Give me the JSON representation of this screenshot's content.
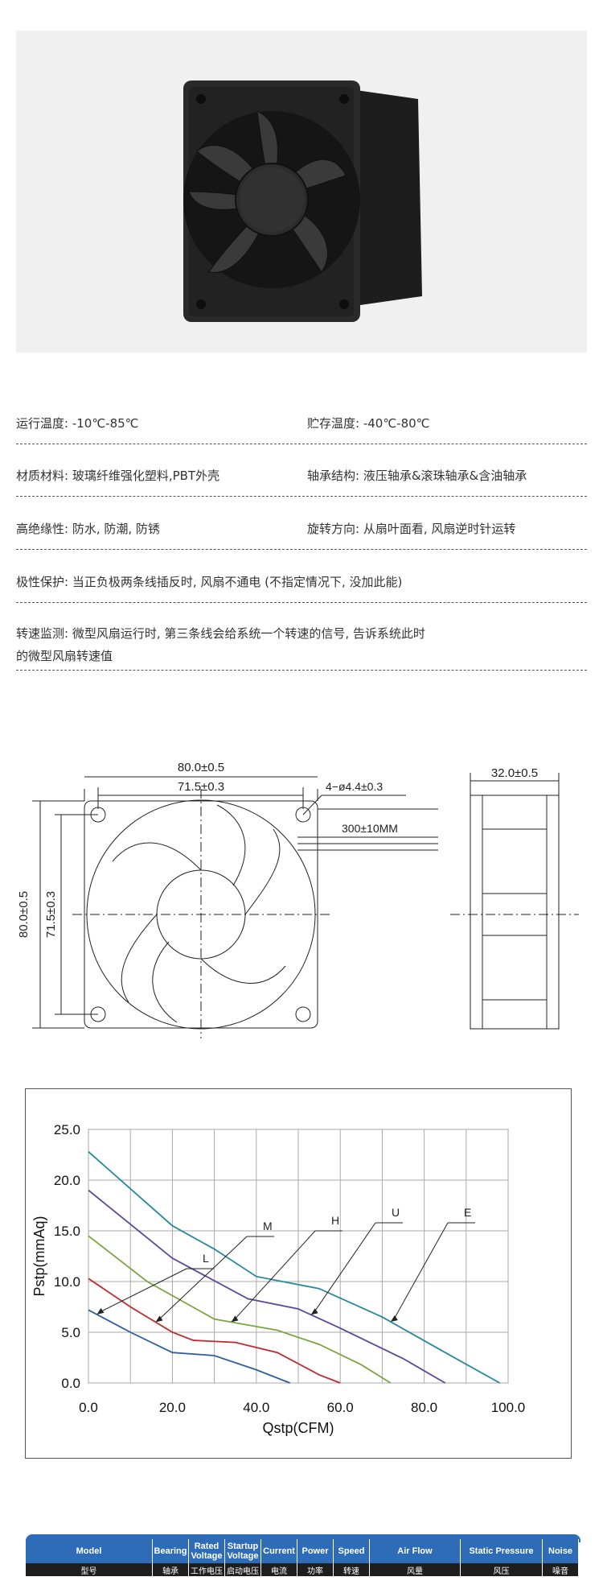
{
  "specs": {
    "row1_left": "运行温度: -10℃-85℃",
    "row1_right": "贮存温度: -40℃-80℃",
    "row2_left": "材质材料: 玻璃纤维强化塑料,PBT外壳",
    "row2_right": "轴承结构: 液压轴承&滚珠轴承&含油轴承",
    "row3_left": "高绝缘性: 防水, 防潮, 防锈",
    "row3_right": "旋转方向: 从扇叶面看, 风扇逆时针运转",
    "row4": "极性保护: 当正负极两条线插反时, 风扇不通电 (不指定情况下, 没加此能)",
    "row5_line1": "转速监测: 微型风扇运行时, 第三条线会给系统一个转速的信号, 告诉系统此时",
    "row5_line2": "的微型风扇转速值"
  },
  "drawing": {
    "width_outer": "80.0±0.5",
    "width_inner": "71.5±0.3",
    "hole_spec": "4−ø4.4±0.3",
    "cable_length": "300±10MM",
    "height_outer": "80.0±0.5",
    "height_inner": "71.5±0.3",
    "depth": "32.0±0.5"
  },
  "chart_data": {
    "type": "line",
    "xlabel": "Qstp(CFM)",
    "ylabel": "Pstp(mmAq)",
    "xlim": [
      0,
      100
    ],
    "ylim": [
      0,
      25
    ],
    "x_ticks": [
      "0.0",
      "20.0",
      "40.0",
      "60.0",
      "80.0",
      "100.0"
    ],
    "y_ticks": [
      "0.0",
      "5.0",
      "10.0",
      "15.0",
      "20.0",
      "25.0"
    ],
    "grid": true,
    "series": [
      {
        "name": "L",
        "color": "#2f5f9e",
        "points": [
          [
            0,
            7.2
          ],
          [
            10,
            5.0
          ],
          [
            20,
            3.0
          ],
          [
            30,
            2.7
          ],
          [
            40,
            1.3
          ],
          [
            48,
            0
          ]
        ]
      },
      {
        "name": "M",
        "color": "#c2282d",
        "points": [
          [
            0,
            10.3
          ],
          [
            10,
            7.5
          ],
          [
            20,
            5.0
          ],
          [
            25,
            4.2
          ],
          [
            35,
            4.0
          ],
          [
            45,
            3.0
          ],
          [
            55,
            0.8
          ],
          [
            60,
            0
          ]
        ]
      },
      {
        "name": "H",
        "color": "#7aa642",
        "points": [
          [
            0,
            14.5
          ],
          [
            14,
            10.0
          ],
          [
            30,
            6.3
          ],
          [
            45,
            5.2
          ],
          [
            55,
            3.8
          ],
          [
            65,
            1.8
          ],
          [
            72,
            0
          ]
        ]
      },
      {
        "name": "U",
        "color": "#5b4798",
        "points": [
          [
            0,
            19.0
          ],
          [
            20,
            12.3
          ],
          [
            38,
            8.3
          ],
          [
            50,
            7.3
          ],
          [
            60,
            5.4
          ],
          [
            75,
            2.4
          ],
          [
            85,
            0
          ]
        ]
      },
      {
        "name": "E",
        "color": "#27889c",
        "points": [
          [
            0,
            22.8
          ],
          [
            20,
            15.5
          ],
          [
            30,
            13.2
          ],
          [
            40,
            10.5
          ],
          [
            55,
            9.3
          ],
          [
            70,
            6.5
          ],
          [
            85,
            3.0
          ],
          [
            98,
            0
          ]
        ]
      }
    ],
    "callouts": [
      {
        "label": "L",
        "series": "L"
      },
      {
        "label": "M",
        "series": "M"
      },
      {
        "label": "H",
        "series": "H"
      },
      {
        "label": "U",
        "series": "U"
      },
      {
        "label": "E",
        "series": "E"
      }
    ]
  },
  "table": {
    "headers": [
      {
        "en": "Model",
        "cn": "型号"
      },
      {
        "en": "Bearing",
        "cn": "轴承"
      },
      {
        "en": "Rated Voltage",
        "cn": "工作电压"
      },
      {
        "en": "Startup Voltage",
        "cn": "启动电压"
      },
      {
        "en": "Current",
        "cn": "电流"
      },
      {
        "en": "Power",
        "cn": "功率"
      },
      {
        "en": "Speed",
        "cn": "转速"
      },
      {
        "en": "Air Flow",
        "cn": "风量"
      },
      {
        "en": "Static Pressure",
        "cn": "风压"
      },
      {
        "en": "Noise",
        "cn": "噪音"
      }
    ]
  }
}
